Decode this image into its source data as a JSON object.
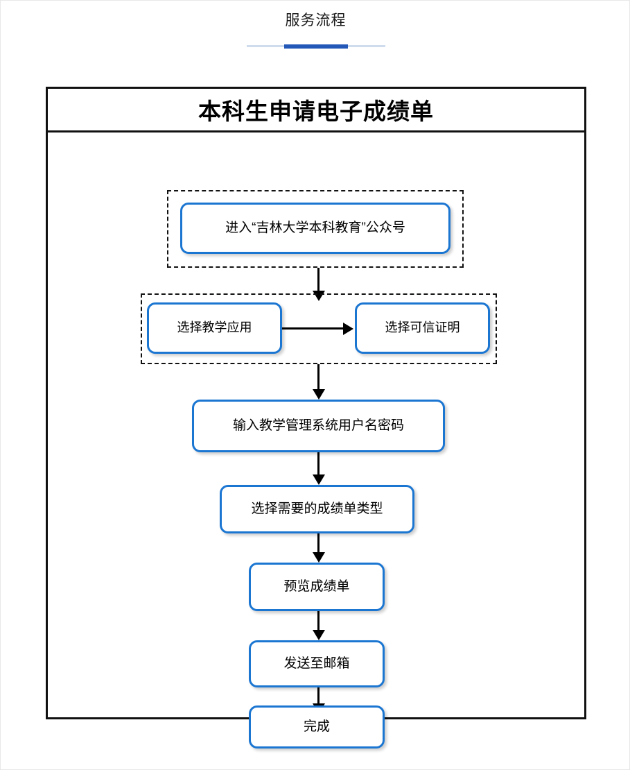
{
  "page": {
    "section_title": "服务流程",
    "accent_color": "#2458b8",
    "rule_color": "#cfdcee"
  },
  "flowchart": {
    "title": "本科生申请电子成绩单",
    "node_border_color": "#1b76d2",
    "frame_border_color": "#111111",
    "nodes": [
      {
        "id": "enter-official-account",
        "label": "进入“吉林大学本科教育”公众号"
      },
      {
        "id": "select-teaching-app",
        "label": "选择教学应用"
      },
      {
        "id": "select-trusted-cert",
        "label": "选择可信证明"
      },
      {
        "id": "input-credentials",
        "label": "输入教学管理系统用户名密码"
      },
      {
        "id": "select-transcript-type",
        "label": "选择需要的成绩单类型"
      },
      {
        "id": "preview-transcript",
        "label": "预览成绩单"
      },
      {
        "id": "send-to-email",
        "label": "发送至邮箱"
      },
      {
        "id": "finish",
        "label": "完成"
      }
    ]
  }
}
